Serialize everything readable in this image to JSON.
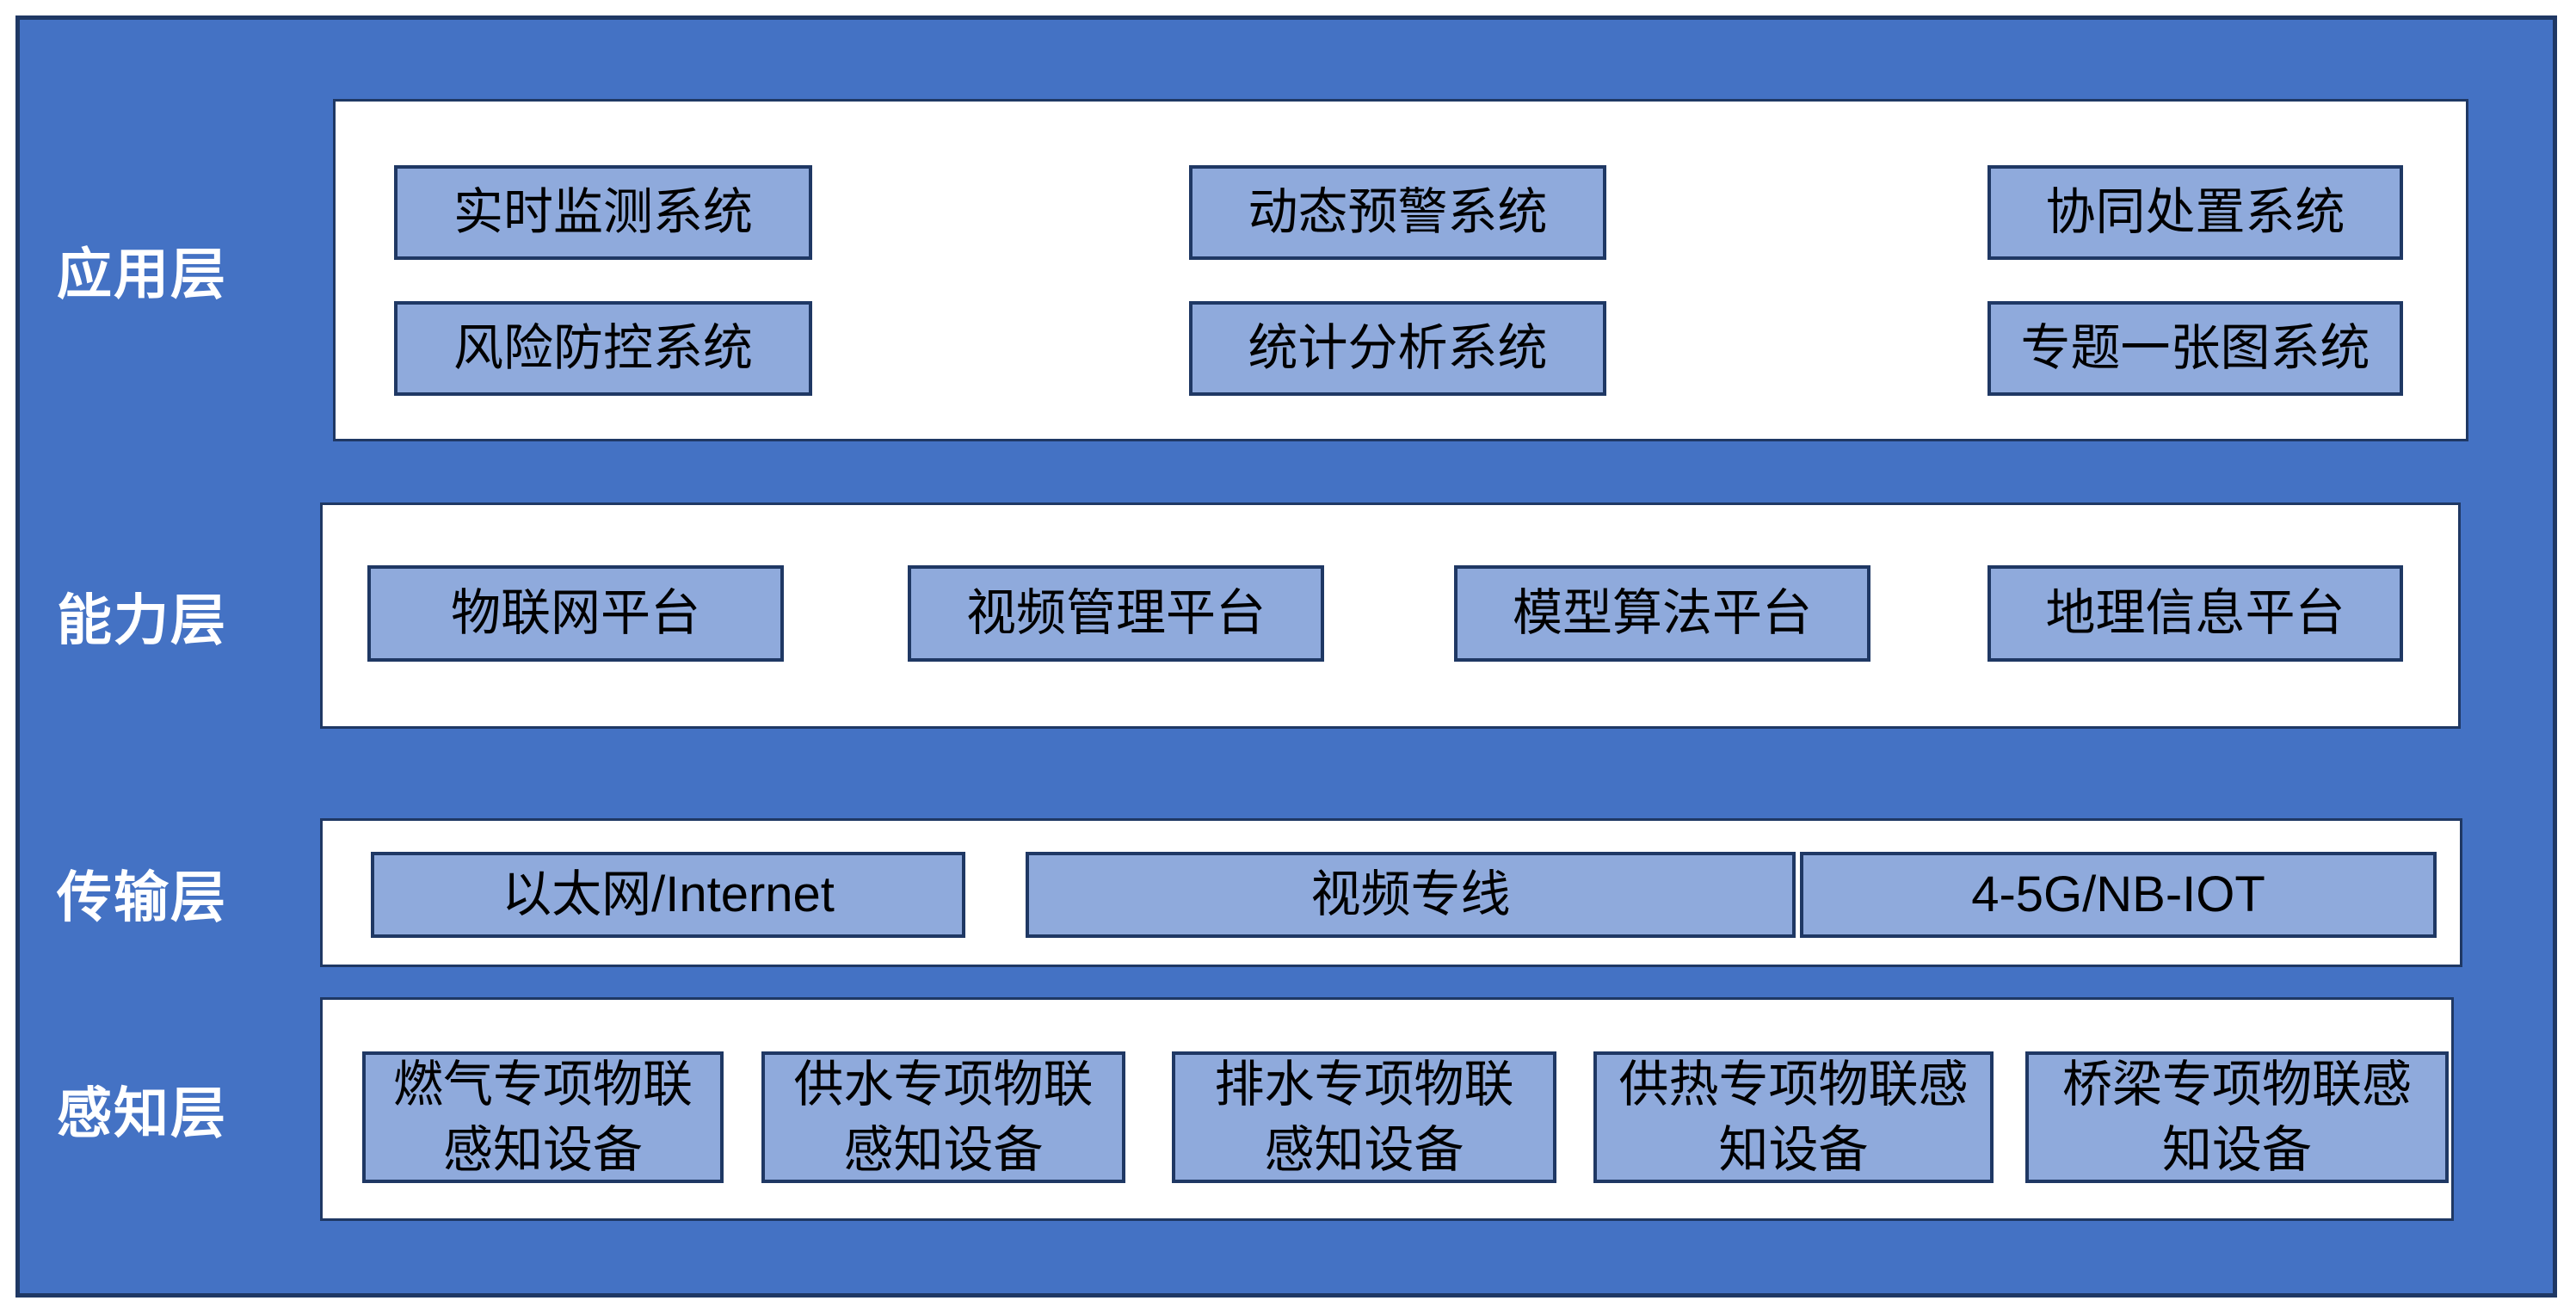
{
  "colors": {
    "background_blue": "#4472C4",
    "box_fill": "#8FAADC",
    "border_dark": "#1F3864",
    "panel_fill": "#FFFFFF",
    "layer_label_text": "#FFFFFF",
    "box_text": "#000000"
  },
  "layers": [
    {
      "name": "application",
      "label": "应用层",
      "boxes": [
        {
          "label": "实时监测系统"
        },
        {
          "label": "动态预警系统"
        },
        {
          "label": "协同处置系统"
        },
        {
          "label": "风险防控系统"
        },
        {
          "label": "统计分析系统"
        },
        {
          "label": "专题一张图系统"
        }
      ]
    },
    {
      "name": "capability",
      "label": "能力层",
      "boxes": [
        {
          "label": "物联网平台"
        },
        {
          "label": "视频管理平台"
        },
        {
          "label": "模型算法平台"
        },
        {
          "label": "地理信息平台"
        }
      ]
    },
    {
      "name": "transmission",
      "label": "传输层",
      "boxes": [
        {
          "label": "以太网/Internet"
        },
        {
          "label": "视频专线"
        },
        {
          "label": "4-5G/NB-IOT"
        }
      ]
    },
    {
      "name": "perception",
      "label": "感知层",
      "boxes": [
        {
          "line1": "燃气专项物联",
          "line2": "感知设备"
        },
        {
          "line1": "供水专项物联",
          "line2": "感知设备"
        },
        {
          "line1": "排水专项物联",
          "line2": "感知设备"
        },
        {
          "line1": "供热专项物联感",
          "line2": "知设备"
        },
        {
          "line1": "桥梁专项物联感",
          "line2": "知设备"
        }
      ]
    }
  ]
}
